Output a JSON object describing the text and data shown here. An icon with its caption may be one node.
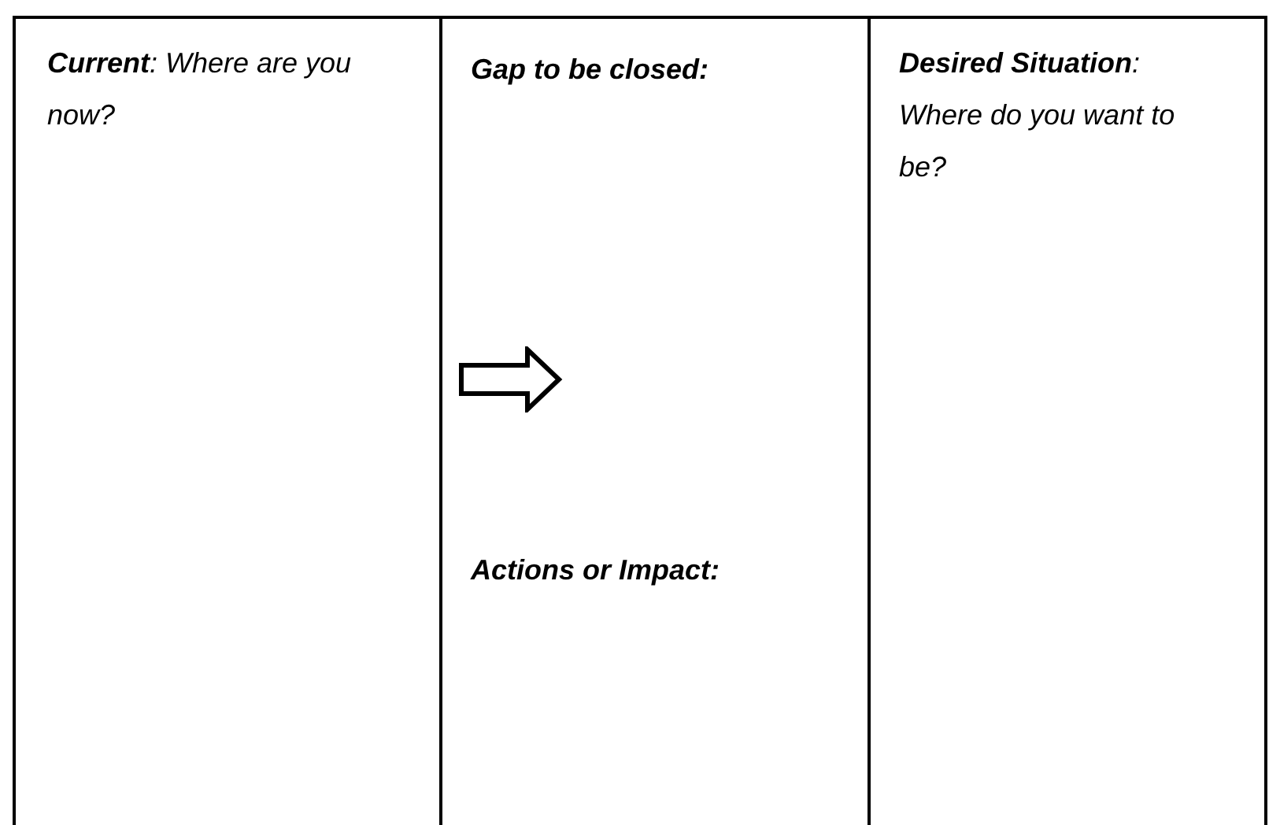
{
  "diagram": {
    "nodes": [
      {
        "text": [
          "**Current**: Where are you now?"
        ]
      },
      {
        "text": [
          "Gap to be closed:",
          "Actions or Impact:"
        ]
      },
      {
        "text": [
          "**Desired Situation**: Where do you want to be?"
        ]
      }
    ]
  }
}
